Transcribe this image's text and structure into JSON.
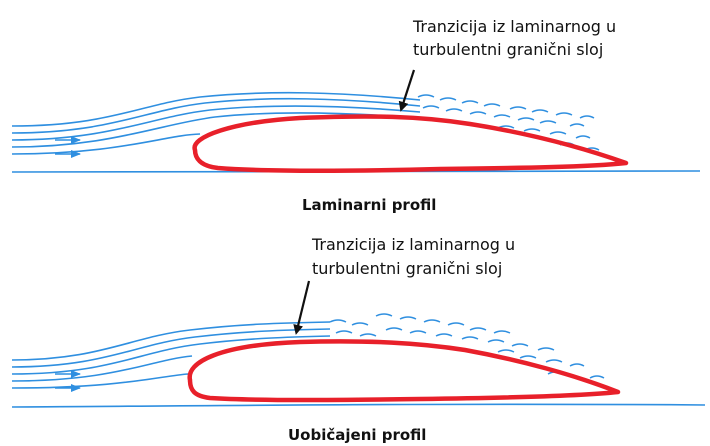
{
  "panels": [
    {
      "annotation_line1": "Tranzicija iz laminarnog u",
      "annotation_line2": "turbulentni granični sloj",
      "caption": "Laminarni profil"
    },
    {
      "annotation_line1": "Tranzicija iz laminarnog u",
      "annotation_line2": "turbulentni granični sloj",
      "caption": "Uobičajeni profil"
    }
  ],
  "colors": {
    "airfoil": "#e8202a",
    "streamline": "#2f8fe0",
    "arrow": "#111111",
    "text": "#111111"
  }
}
